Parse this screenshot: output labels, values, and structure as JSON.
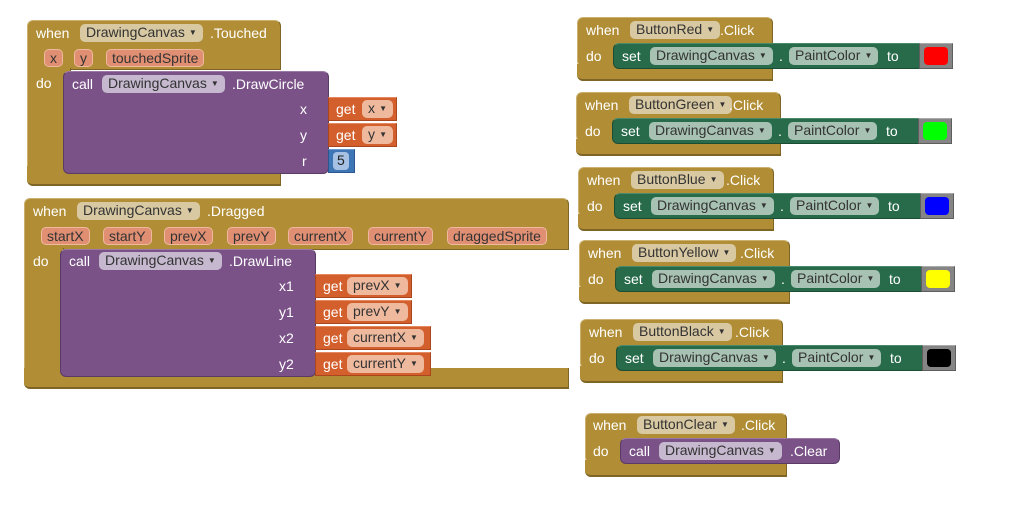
{
  "blocks": {
    "touched": {
      "when": "when",
      "component": "DrawingCanvas",
      "event": ".Touched",
      "params": [
        "x",
        "y",
        "touchedSprite"
      ],
      "do": "do",
      "call": "call",
      "call_component": "DrawingCanvas",
      "method": ".DrawCircle",
      "args": [
        {
          "name": "x",
          "get": "get",
          "var": "x"
        },
        {
          "name": "y",
          "get": "get",
          "var": "y"
        },
        {
          "name": "r",
          "number": "5"
        }
      ]
    },
    "dragged": {
      "when": "when",
      "component": "DrawingCanvas",
      "event": ".Dragged",
      "params": [
        "startX",
        "startY",
        "prevX",
        "prevY",
        "currentX",
        "currentY",
        "draggedSprite"
      ],
      "do": "do",
      "call": "call",
      "call_component": "DrawingCanvas",
      "method": ".DrawLine",
      "args": [
        {
          "name": "x1",
          "get": "get",
          "var": "prevX"
        },
        {
          "name": "y1",
          "get": "get",
          "var": "prevY"
        },
        {
          "name": "x2",
          "get": "get",
          "var": "currentX"
        },
        {
          "name": "y2",
          "get": "get",
          "var": "currentY"
        }
      ]
    },
    "color_buttons": [
      {
        "when": "when",
        "component": "ButtonRed",
        "event": ".Click",
        "do": "do",
        "set": "set",
        "target": "DrawingCanvas",
        "dot": ".",
        "property": "PaintColor",
        "to": "to",
        "color": "#ff0000"
      },
      {
        "when": "when",
        "component": "ButtonGreen",
        "event": ".Click",
        "do": "do",
        "set": "set",
        "target": "DrawingCanvas",
        "dot": ".",
        "property": "PaintColor",
        "to": "to",
        "color": "#00ff00"
      },
      {
        "when": "when",
        "component": "ButtonBlue",
        "event": ".Click",
        "do": "do",
        "set": "set",
        "target": "DrawingCanvas",
        "dot": ".",
        "property": "PaintColor",
        "to": "to",
        "color": "#0000ff"
      },
      {
        "when": "when",
        "component": "ButtonYellow",
        "event": ".Click",
        "do": "do",
        "set": "set",
        "target": "DrawingCanvas",
        "dot": ".",
        "property": "PaintColor",
        "to": "to",
        "color": "#ffff00"
      },
      {
        "when": "when",
        "component": "ButtonBlack",
        "event": ".Click",
        "do": "do",
        "set": "set",
        "target": "DrawingCanvas",
        "dot": ".",
        "property": "PaintColor",
        "to": "to",
        "color": "#000000"
      }
    ],
    "clear": {
      "when": "when",
      "component": "ButtonClear",
      "event": ".Click",
      "do": "do",
      "call": "call",
      "call_component": "DrawingCanvas",
      "method": ".Clear"
    }
  },
  "icons": {
    "dropdown": "▼"
  },
  "colors": {
    "event_block": "#b18e35",
    "call_block": "#7a5287",
    "set_block": "#286b4b",
    "get_block": "#d35f2c",
    "number_block": "#3e75b5",
    "color_block": "#858585"
  }
}
